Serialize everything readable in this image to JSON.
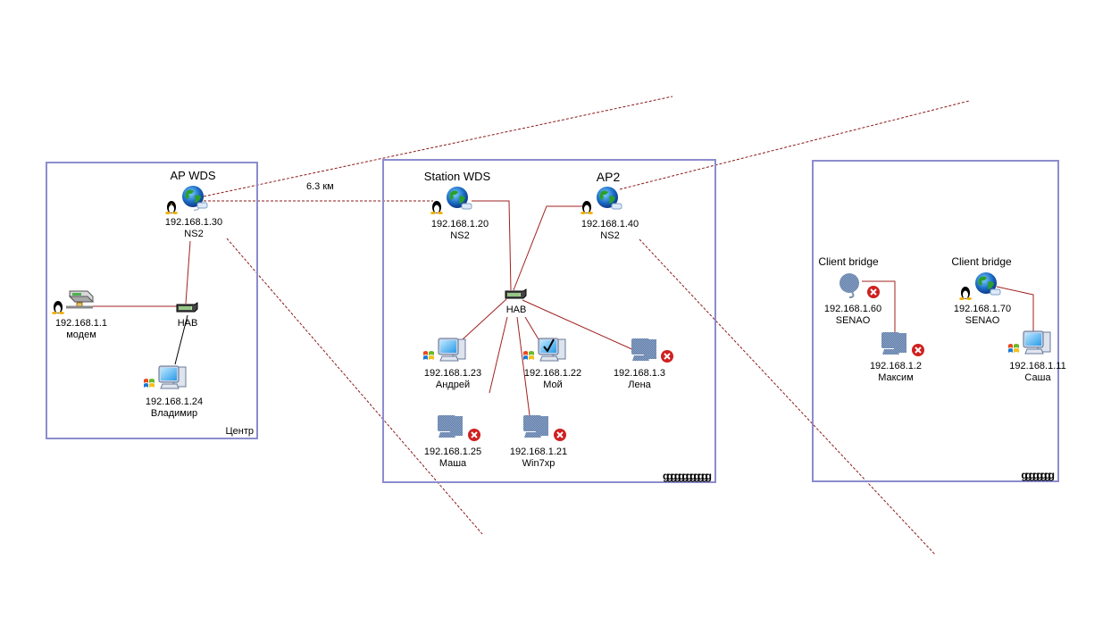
{
  "colors": {
    "group_border": "#8c8cce",
    "wired_link": "#a02020",
    "wireless_link": "#8b1a1a",
    "hub_link_dark": "#000000"
  },
  "groups": [
    {
      "id": "g1",
      "label": "Центр"
    },
    {
      "id": "g2",
      "label": "gggggggggggg"
    },
    {
      "id": "g3",
      "label": "gggggggg"
    }
  ],
  "distance_label": "6.3 км",
  "nodes": {
    "ap_wds": {
      "title": "AP WDS",
      "ip": "192.168.1.30",
      "name": "NS2",
      "icon": "globe-icon",
      "os": "linux-tux-icon"
    },
    "modem": {
      "ip": "192.168.1.1",
      "name": "модем",
      "icon": "modem-icon",
      "os": "linux-tux-icon"
    },
    "hub1": {
      "name": "HAB",
      "icon": "hub-icon"
    },
    "vladimir": {
      "ip": "192.168.1.24",
      "name": "Владимир",
      "icon": "computer-icon",
      "os": "windows-flag-icon"
    },
    "station_wds": {
      "title": "Station WDS",
      "ip": "192.168.1.20",
      "name": "NS2",
      "icon": "globe-icon",
      "os": "linux-tux-icon"
    },
    "ap2": {
      "title": "AP2",
      "ip": "192.168.1.40",
      "name": "NS2",
      "icon": "globe-icon",
      "os": "linux-tux-icon"
    },
    "hub2": {
      "name": "HAB",
      "icon": "hub-icon"
    },
    "andrey": {
      "ip": "192.168.1.23",
      "name": "Андрей",
      "icon": "computer-icon",
      "os": "windows-flag-icon"
    },
    "moy": {
      "ip": "192.168.1.22",
      "name": "Мой",
      "icon": "computer-check-icon",
      "os": "windows-flag-icon"
    },
    "lena": {
      "ip": "192.168.1.3",
      "name": "Лена",
      "icon": "computer-offline-icon",
      "status": "down"
    },
    "masha": {
      "ip": "192.168.1.25",
      "name": "Маша",
      "icon": "computer-offline-icon",
      "status": "down"
    },
    "win7xp": {
      "ip": "192.168.1.21",
      "name": "Win7xp",
      "icon": "computer-offline-icon",
      "status": "down"
    },
    "cb60": {
      "title": "Client bridge",
      "ip": "192.168.1.60",
      "name": "SENAO",
      "icon": "globe-offline-icon",
      "status": "down"
    },
    "maksim": {
      "ip": "192.168.1.2",
      "name": "Максим",
      "icon": "computer-offline-icon",
      "status": "down"
    },
    "cb70": {
      "title": "Client bridge",
      "ip": "192.168.1.70",
      "name": "SENAO",
      "icon": "globe-icon",
      "os": "linux-tux-icon"
    },
    "sasha": {
      "ip": "192.168.1.11",
      "name": "Саша",
      "icon": "computer-icon",
      "os": "windows-flag-icon"
    }
  }
}
